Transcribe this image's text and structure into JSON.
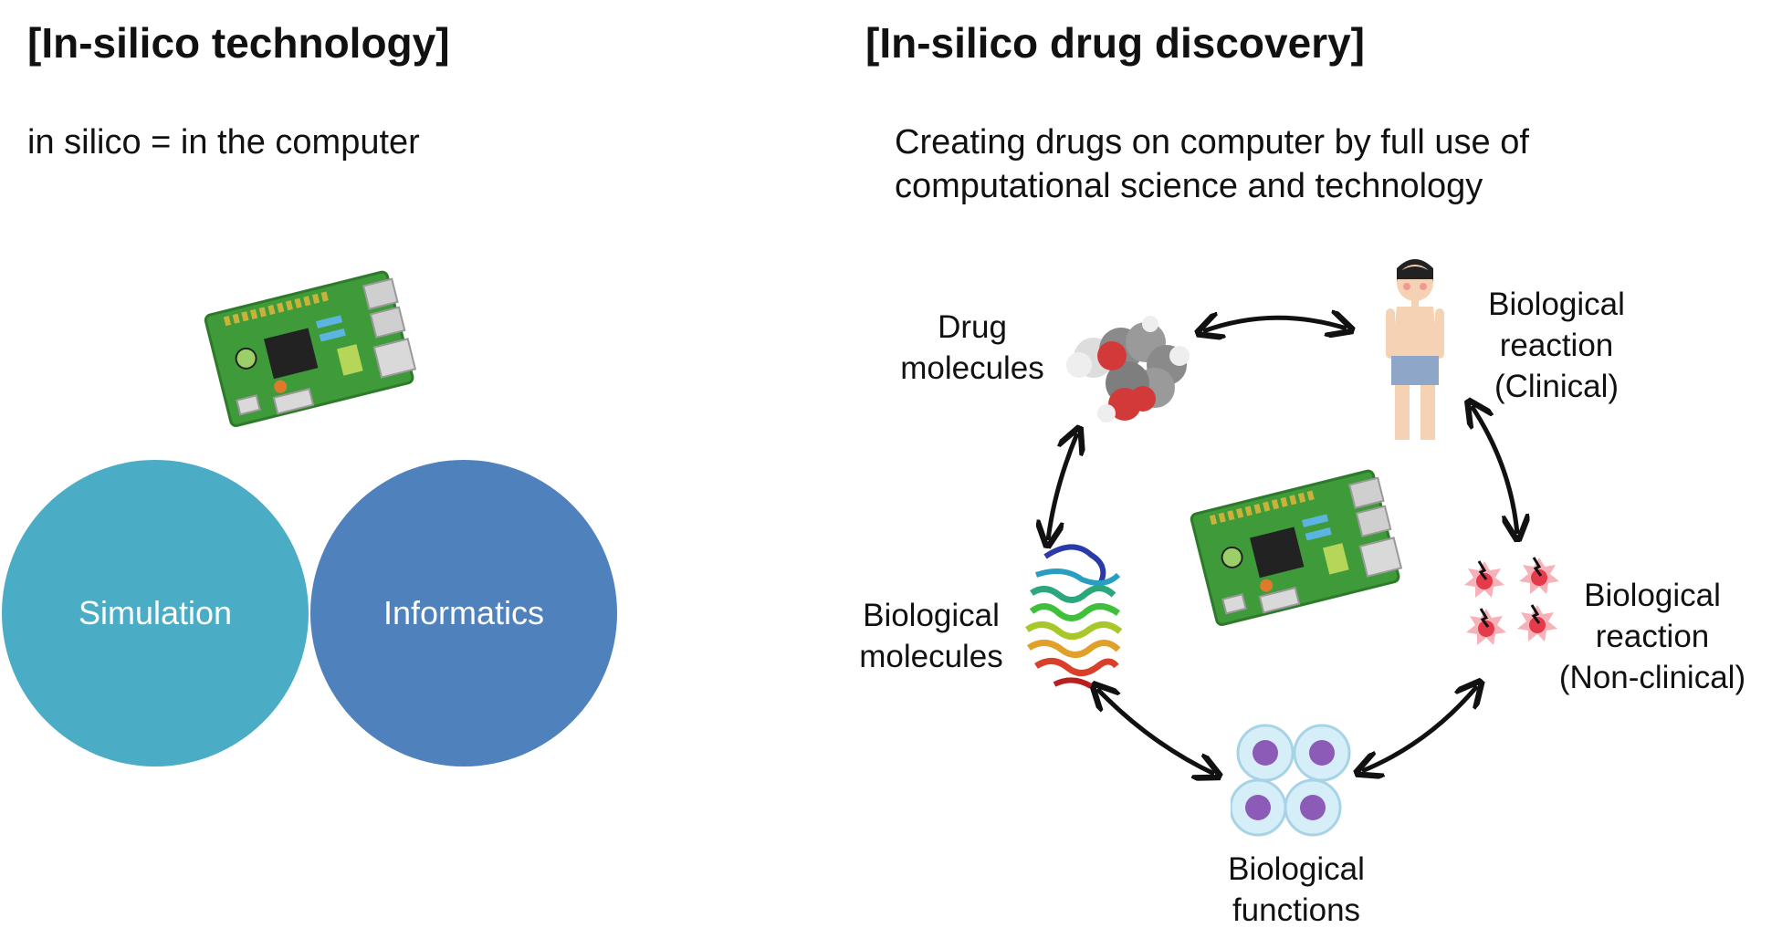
{
  "left": {
    "title": "[In-silico technology]",
    "definition": "in silico = in the computer",
    "circles": [
      {
        "label": "Simulation",
        "color": "#4bacc6"
      },
      {
        "label": "Informatics",
        "color": "#4f81bd"
      }
    ]
  },
  "right": {
    "title": "[In-silico drug discovery]",
    "description_line1": "Creating drugs on computer by full use of",
    "description_line2": "computational science and technology",
    "nodes": {
      "drug_molecules": "Drug\nmolecules",
      "clinical": "Biological\nreaction\n(Clinical)",
      "nonclinical": "Biological\nreaction\n(Non-clinical)",
      "functions": "Biological\nfunctions",
      "bio_molecules": "Biological\nmolecules"
    }
  },
  "colors": {
    "board": "#3f9a3a",
    "board_dark": "#2d7a2a",
    "chip": "#222222",
    "arrow": "#111111",
    "cell_outer": "#d6eef7",
    "cell_nucleus": "#8c5bb8",
    "atom_gray": "#8a8a8a",
    "atom_red": "#d23a3a",
    "skin": "#f6d2b4",
    "shorts": "#8ea7c9",
    "tumor": "#e43a4a"
  }
}
